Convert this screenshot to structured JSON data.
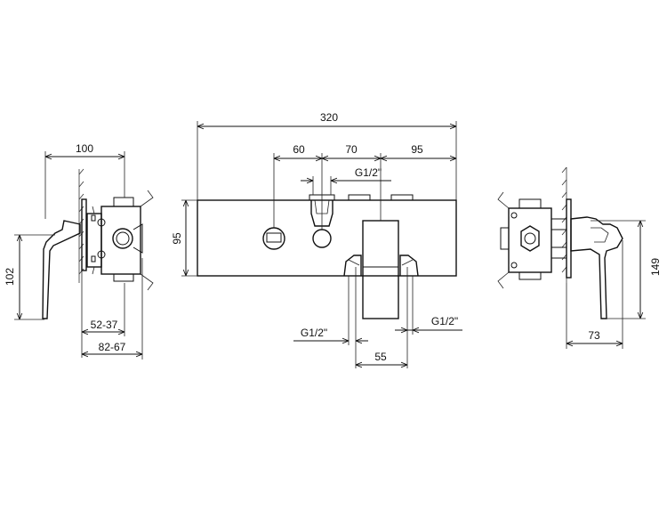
{
  "drawing": {
    "left_view": {
      "dim_depth": "100",
      "dim_height": "102",
      "dim_inner": "52-37",
      "dim_outer": "82-67"
    },
    "front_view": {
      "dim_width": "320",
      "dim_seg_1": "60",
      "dim_seg_2": "70",
      "dim_seg_3": "95",
      "dim_height": "95",
      "thread_top": "G1/2\"",
      "thread_bottom_left": "G1/2\"",
      "thread_bottom_right": "G1/2\"",
      "dim_spacing": "55"
    },
    "right_view": {
      "dim_height": "149",
      "dim_depth": "73"
    }
  }
}
